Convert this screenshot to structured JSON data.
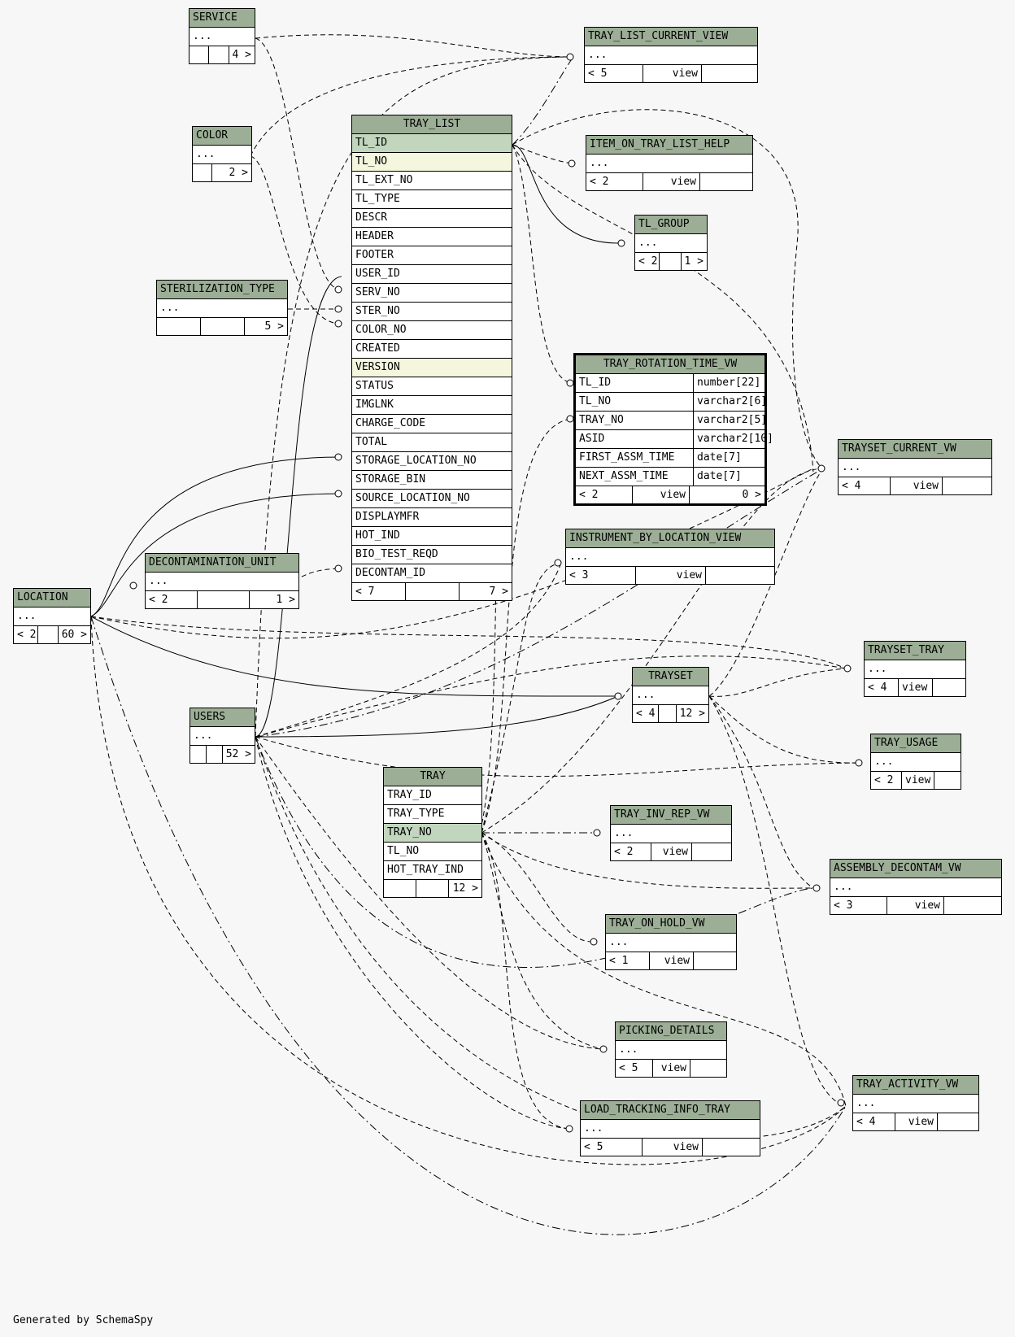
{
  "tables": {
    "service": {
      "name": "SERVICE",
      "rows": [
        "..."
      ],
      "foot": [
        "",
        "",
        "4 >"
      ]
    },
    "tray_list_current_view": {
      "name": "TRAY_LIST_CURRENT_VIEW",
      "rows": [
        "..."
      ],
      "foot": [
        "< 5",
        "view",
        ""
      ]
    },
    "color": {
      "name": "COLOR",
      "rows": [
        "..."
      ],
      "foot": [
        "",
        "2 >"
      ]
    },
    "tray_list": {
      "name": "TRAY_LIST",
      "rows": [
        "TL_ID",
        "TL_NO",
        "TL_EXT_NO",
        "TL_TYPE",
        "DESCR",
        "HEADER",
        "FOOTER",
        "USER_ID",
        "SERV_NO",
        "STER_NO",
        "COLOR_NO",
        "CREATED",
        "VERSION",
        "STATUS",
        "IMGLNK",
        "CHARGE_CODE",
        "TOTAL",
        "STORAGE_LOCATION_NO",
        "STORAGE_BIN",
        "SOURCE_LOCATION_NO",
        "DISPLAYMFR",
        "HOT_IND",
        "BIO_TEST_REQD",
        "DECONTAM_ID"
      ],
      "foot": [
        "< 7",
        "",
        "7 >"
      ]
    },
    "item_on_tray_list_help": {
      "name": "ITEM_ON_TRAY_LIST_HELP",
      "rows": [
        "..."
      ],
      "foot": [
        "< 2",
        "view",
        ""
      ]
    },
    "tl_group": {
      "name": "TL_GROUP",
      "rows": [
        "..."
      ],
      "foot": [
        "< 2",
        "",
        "1 >"
      ]
    },
    "sterilization_type": {
      "name": "STERILIZATION_TYPE",
      "rows": [
        "..."
      ],
      "foot": [
        "",
        "",
        "5 >"
      ]
    },
    "tray_rotation_time_vw": {
      "name": "TRAY_ROTATION_TIME_VW",
      "rows": [
        [
          "TL_ID",
          "number[22]"
        ],
        [
          "TL_NO",
          "varchar2[6]"
        ],
        [
          "TRAY_NO",
          "varchar2[5]"
        ],
        [
          "ASID",
          "varchar2[10]"
        ],
        [
          "FIRST_ASSM_TIME",
          "date[7]"
        ],
        [
          "NEXT_ASSM_TIME",
          "date[7]"
        ]
      ],
      "foot": [
        "< 2",
        "view",
        "0 >"
      ]
    },
    "trayset_current_vw": {
      "name": "TRAYSET_CURRENT_VW",
      "rows": [
        "..."
      ],
      "foot": [
        "< 4",
        "view",
        ""
      ]
    },
    "instrument_by_location_view": {
      "name": "INSTRUMENT_BY_LOCATION_VIEW",
      "rows": [
        "..."
      ],
      "foot": [
        "< 3",
        "view",
        ""
      ]
    },
    "decontamination_unit": {
      "name": "DECONTAMINATION_UNIT",
      "rows": [
        "..."
      ],
      "foot": [
        "< 2",
        "",
        "1 >"
      ]
    },
    "location": {
      "name": "LOCATION",
      "rows": [
        "..."
      ],
      "foot": [
        "< 2",
        "",
        "60 >"
      ]
    },
    "trayset_tray": {
      "name": "TRAYSET_TRAY",
      "rows": [
        "..."
      ],
      "foot": [
        "< 4",
        "view",
        ""
      ]
    },
    "trayset": {
      "name": "TRAYSET",
      "rows": [
        "..."
      ],
      "foot": [
        "< 4",
        "",
        "12 >"
      ]
    },
    "users": {
      "name": "USERS",
      "rows": [
        "..."
      ],
      "foot": [
        "",
        "",
        "52 >"
      ]
    },
    "tray_usage": {
      "name": "TRAY_USAGE",
      "rows": [
        "..."
      ],
      "foot": [
        "< 2",
        "view",
        ""
      ]
    },
    "tray": {
      "name": "TRAY",
      "rows": [
        "TRAY_ID",
        "TRAY_TYPE",
        "TRAY_NO",
        "TL_NO",
        "HOT_TRAY_IND"
      ],
      "foot": [
        "",
        "",
        "12 >"
      ]
    },
    "tray_inv_rep_vw": {
      "name": "TRAY_INV_REP_VW",
      "rows": [
        "..."
      ],
      "foot": [
        "< 2",
        "view",
        ""
      ]
    },
    "assembly_decontam_vw": {
      "name": "ASSEMBLY_DECONTAM_VW",
      "rows": [
        "..."
      ],
      "foot": [
        "< 3",
        "view",
        ""
      ]
    },
    "tray_on_hold_vw": {
      "name": "TRAY_ON_HOLD_VW",
      "rows": [
        "..."
      ],
      "foot": [
        "< 1",
        "view",
        ""
      ]
    },
    "picking_details": {
      "name": "PICKING_DETAILS",
      "rows": [
        "..."
      ],
      "foot": [
        "< 5",
        "view",
        ""
      ]
    },
    "tray_activity_vw": {
      "name": "TRAY_ACTIVITY_VW",
      "rows": [
        "..."
      ],
      "foot": [
        "< 4",
        "view",
        ""
      ]
    },
    "load_tracking_info_tray": {
      "name": "LOAD_TRACKING_INFO_TRAY",
      "rows": [
        "..."
      ],
      "foot": [
        "< 5",
        "view",
        ""
      ]
    }
  },
  "footer": "Generated by SchemaSpy",
  "colors": {
    "header": "#9caf96",
    "primary_key": "#c2d6be",
    "indexed": "#f4f7de",
    "background": "#f7f7f7"
  }
}
